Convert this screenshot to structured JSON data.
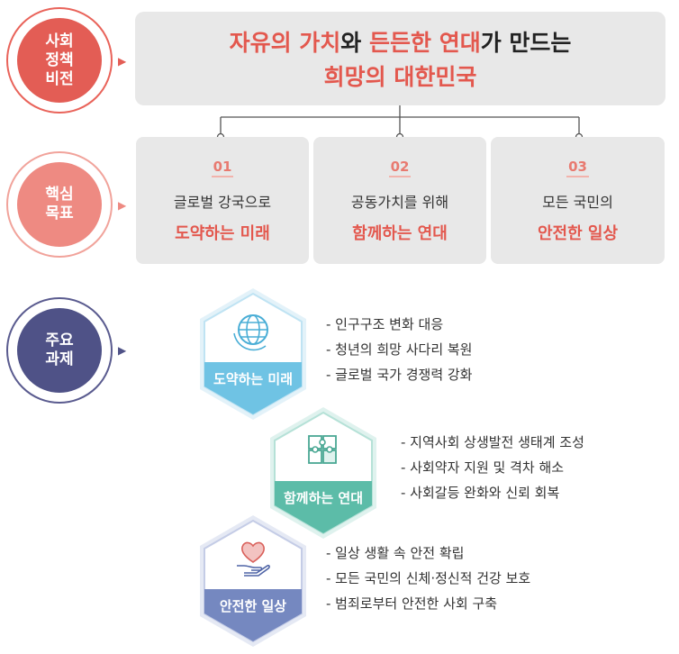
{
  "labels": {
    "vision": "사회\n정책\n비전",
    "goals": "핵심\n목표",
    "tasks": "주요\n과제"
  },
  "vision": {
    "p1": "자유의 가치",
    "p2": "와 ",
    "p3": "든든한 연대",
    "p4": "가 만드는",
    "line2": "희망의 대한민국"
  },
  "goals": [
    {
      "num": "01",
      "line1": "글로벌 강국으로",
      "line2": "도약하는 미래"
    },
    {
      "num": "02",
      "line1": "공동가치를 위해",
      "line2": "함께하는 연대"
    },
    {
      "num": "03",
      "line1": "모든 국민의",
      "line2": "안전한 일상"
    }
  ],
  "pillars": [
    {
      "label": "도약하는 미래",
      "color": "#6fc3e4",
      "icon": "globe-icon",
      "items": [
        "- 인구구조 변화 대응",
        "- 청년의 희망 사다리 복원",
        "- 글로벌 국가 경쟁력 강화"
      ]
    },
    {
      "label": "함께하는 연대",
      "color": "#5cbca8",
      "icon": "puzzle-icon",
      "items": [
        "- 지역사회 상생발전 생태계 조성",
        "- 사회약자 지원 및 격차 해소",
        "- 사회갈등 완화와 신뢰 회복"
      ]
    },
    {
      "label": "안전한 일상",
      "color": "#7588c0",
      "icon": "heart-hand-icon",
      "items": [
        "- 일상 생활 속 안전 확립",
        "- 모든 국민의 신체·정신적 건강 보호",
        "- 범죄로부터 안전한 사회 구축"
      ]
    }
  ]
}
